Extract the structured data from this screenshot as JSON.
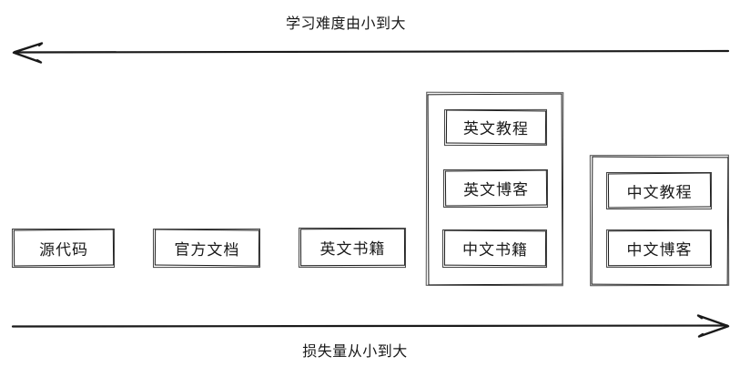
{
  "diagram": {
    "top_axis": {
      "label": "学习难度由小到大",
      "direction": "left",
      "arrow_icon": "arrow-left-icon"
    },
    "bottom_axis": {
      "label": "损失量从小到大",
      "direction": "right",
      "arrow_icon": "arrow-right-icon"
    },
    "standalone_nodes": [
      {
        "label": "源代码"
      },
      {
        "label": "官方文档"
      },
      {
        "label": "英文书籍"
      }
    ],
    "groups": [
      {
        "name": "english-group",
        "items": [
          {
            "label": "英文教程"
          },
          {
            "label": "英文博客"
          },
          {
            "label": "中文书籍"
          }
        ]
      },
      {
        "name": "chinese-group",
        "items": [
          {
            "label": "中文教程"
          },
          {
            "label": "中文博客"
          }
        ]
      }
    ],
    "colors": {
      "stroke": "#1a1a1a",
      "background": "#ffffff",
      "text": "#1a1a1a"
    }
  }
}
